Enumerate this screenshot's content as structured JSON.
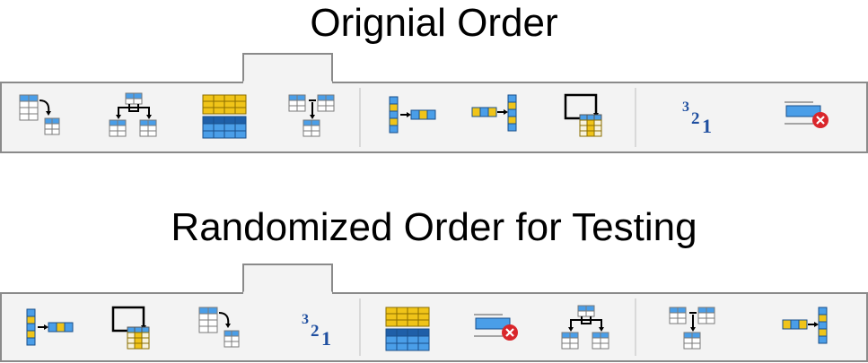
{
  "sections": {
    "original": {
      "title": "Orignial Order",
      "icons": [
        "split-table-icon",
        "fork-join-icon",
        "full-table-icon",
        "merge-tables-icon",
        "column-to-row-icon",
        "row-to-column-icon",
        "loop-transform-icon",
        "rank-order-icon",
        "remove-column-icon"
      ]
    },
    "randomized": {
      "title": "Randomized Order for Testing",
      "icons": [
        "column-to-row-icon",
        "loop-transform-icon",
        "split-table-icon",
        "rank-order-icon",
        "full-table-icon",
        "remove-column-icon",
        "fork-join-icon",
        "merge-tables-icon",
        "row-to-column-icon"
      ]
    }
  },
  "rank_glyph": {
    "n3": "3",
    "n2": "2",
    "n1": "1"
  },
  "colors": {
    "blue": "#4a9ee8",
    "blue_dark": "#1f5fa8",
    "gold": "#f0c419",
    "gray": "#b8b8b8",
    "red": "#d9262b",
    "text_blue": "#1f4fa0"
  }
}
